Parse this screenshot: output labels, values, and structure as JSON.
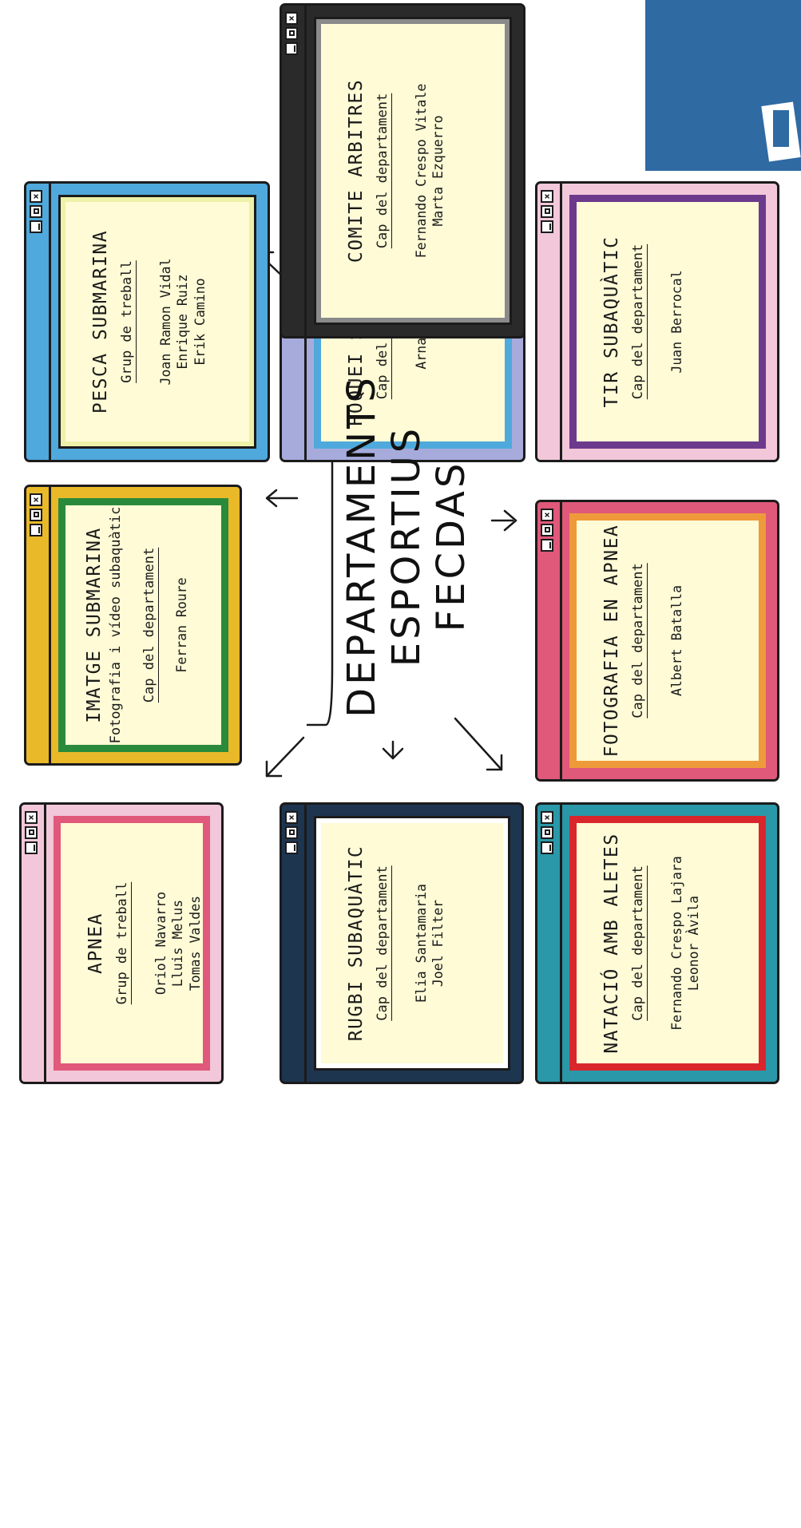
{
  "center": {
    "line1": "DEPARTAMENTS",
    "line2": "ESPORTIUS",
    "line3": "FECDAS"
  },
  "window_controls": {
    "close_glyph": "×"
  },
  "cards": {
    "apnea": {
      "title": "APNEA",
      "role": "Grup de treball",
      "names": [
        "Oriol Navarro",
        "Lluis Melus",
        "Tomas Valdes"
      ]
    },
    "rugbi": {
      "title": "RUGBI SUBAQUÀTIC",
      "role": "Cap del departament",
      "names": [
        "Elia Santamaria",
        "Joel Filter"
      ]
    },
    "natacio": {
      "title": "NATACIÓ AMB ALETES",
      "role": "Cap del departament",
      "names": [
        "Fernando Crespo Lajara",
        "Leonor Àvila"
      ]
    },
    "imatge": {
      "title": "IMATGE SUBMARINA",
      "subtitle": "Fotografia i vídeo subaquàtic",
      "role": "Cap del departament",
      "names": [
        "Ferran Roure"
      ]
    },
    "fotografia": {
      "title": "FOTOGRAFIA EN APNEA",
      "role": "Cap del departament",
      "names": [
        "Albert Batalla"
      ]
    },
    "pesca": {
      "title": "PESCA SUBMARINA",
      "role": "Grup de treball",
      "names": [
        "Joan Ramon Vidal",
        "Enrique Ruiz",
        "Erik Camino"
      ]
    },
    "hoquei": {
      "title": "HOQUEI SUBAQUÀTIC",
      "role": "Cap del departament",
      "names": [
        "Arnau Sastre"
      ]
    },
    "tir": {
      "title": "TIR SUBAQUÀTIC",
      "role": "Cap del departament",
      "names": [
        "Juan Berrocal"
      ]
    },
    "comite": {
      "title": "COMITE ARBITRES",
      "role": "Cap del departament",
      "names": [
        "Fernando Crespo Vitale",
        "Marta Ezquerro"
      ]
    }
  },
  "colors": {
    "paper": "#fefbd6",
    "apnea": {
      "frame": "#f2c7d9",
      "inner": "#e0587a"
    },
    "rugbi": {
      "frame": "#1e3550",
      "inner": "#ffffff"
    },
    "natacio": {
      "frame": "#2a98a8",
      "inner": "#d9262c"
    },
    "imatge": {
      "frame": "#e9b92a",
      "inner": "#2a8a3c"
    },
    "fotografia": {
      "frame": "#e0587a",
      "inner": "#ee9a3a"
    },
    "pesca": {
      "frame": "#4fa9dc",
      "inner": "#eef2a8"
    },
    "hoquei": {
      "frame": "#a6abdc",
      "inner": "#4fa9dc"
    },
    "tir": {
      "frame": "#f2c7d9",
      "inner": "#6c3a8c"
    },
    "comite": {
      "frame": "#2a2a2a",
      "inner": "#8a8a8a"
    }
  }
}
